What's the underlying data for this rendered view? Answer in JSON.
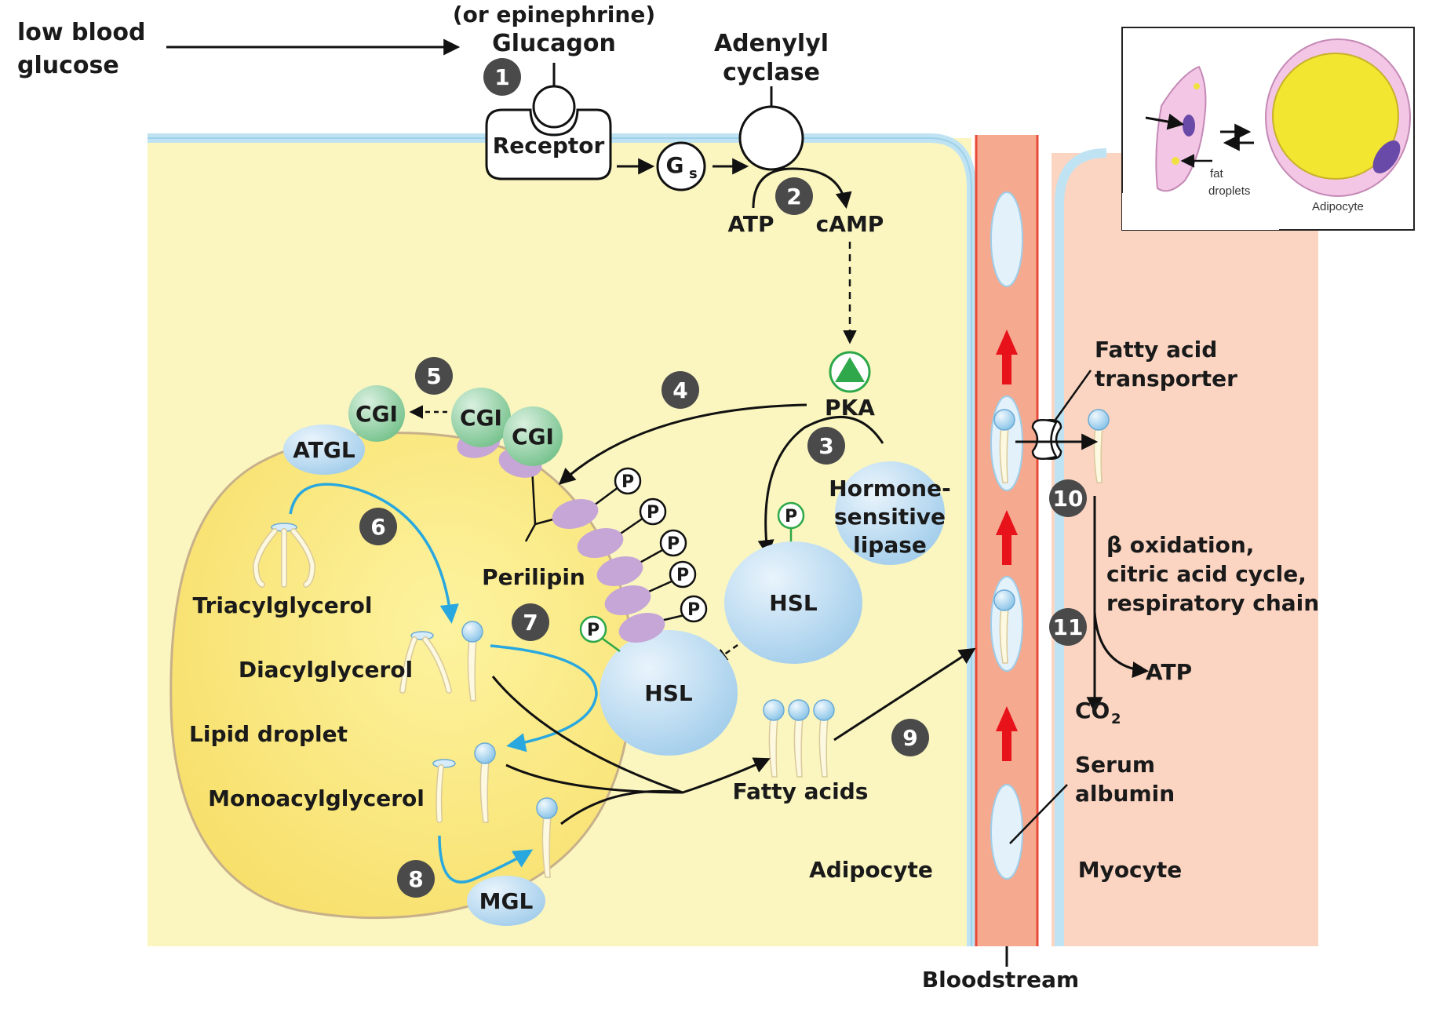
{
  "title": {
    "trigger_line1": "low blood",
    "trigger_line2": "glucose",
    "epinephrine": "(or epinephrine)",
    "hormone": "Glucagon"
  },
  "membrane": {
    "receptor": "Receptor",
    "adenylyl_line1": "Adenylyl",
    "adenylyl_line2": "cyclase",
    "gs": "G",
    "gs_sub": "s",
    "atp": "ATP",
    "camp": "cAMP",
    "pka": "PKA"
  },
  "enzymes": {
    "cgi": "CGI",
    "atgl": "ATGL",
    "perilipin": "Perilipin",
    "p": "P",
    "hsl": "HSL",
    "hsl_full_line1": "Hormone-",
    "hsl_full_line2": "sensitive",
    "hsl_full_line3": "lipase",
    "mgl": "MGL"
  },
  "lipids": {
    "triacylglycerol": "Triacylglycerol",
    "diacylglycerol": "Diacylglycerol",
    "lipid_droplet": "Lipid droplet",
    "monoacylglycerol": "Monoacylglycerol",
    "fatty_acids": "Fatty acids"
  },
  "cells": {
    "adipocyte": "Adipocyte",
    "myocyte": "Myocyte",
    "bloodstream": "Bloodstream"
  },
  "myocyte_side": {
    "transporter_line1": "Fatty acid",
    "transporter_line2": "transporter",
    "oxidation_line1": "β oxidation,",
    "oxidation_line2": "citric acid cycle,",
    "oxidation_line3": "respiratory chain",
    "atp": "ATP",
    "co2": "CO",
    "co2_sub": "2",
    "albumin_line1": "Serum",
    "albumin_line2": "albumin"
  },
  "steps": [
    "1",
    "2",
    "3",
    "4",
    "5",
    "6",
    "7",
    "8",
    "9",
    "10",
    "11"
  ],
  "inset": {
    "fat_line1": "fat",
    "fat_line2": "droplets",
    "adipocyte": "Adipocyte"
  },
  "colors": {
    "cytoplasm": "#fbf6c0",
    "myocyte": "#fbd5c2",
    "blood": "#f5a98e",
    "vessel_edge": "#e84a3a",
    "membrane": "#bfe3f2",
    "cgi": "#8fcca3",
    "enzyme_blue": "#bcdcf2",
    "perilipin": "#c5a6d6",
    "cyan_arrow": "#29a8df",
    "red_arrow": "#e8121b",
    "pka_green": "#2ea84a",
    "step_badge": "#4a4a4a"
  }
}
